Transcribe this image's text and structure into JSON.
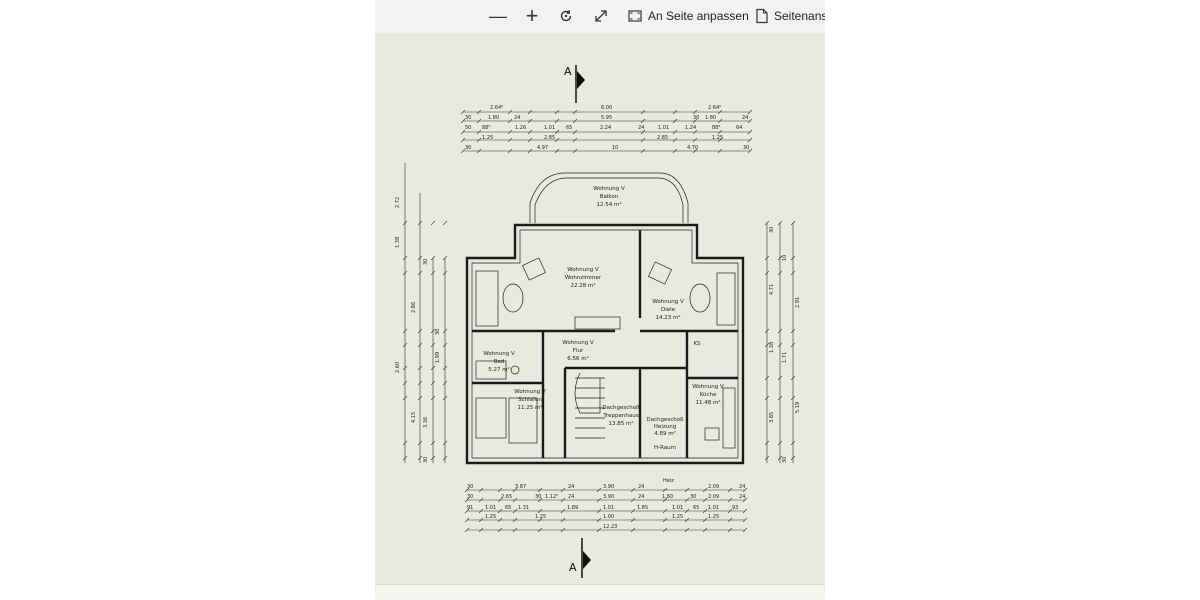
{
  "toolbar": {
    "zoom_out_label": "—",
    "zoom_in_label": "+",
    "fit_page_label": "An Seite anpassen",
    "page_view_label": "Seitenansi"
  },
  "plan": {
    "section_top": "A",
    "section_bottom": "A",
    "top_dims_row1": [
      "2.64⁶",
      "6.00",
      "2.64⁶"
    ],
    "top_dims_row2": [
      "30",
      "1.80",
      "24",
      "5.95",
      "30",
      "1.80",
      "24"
    ],
    "top_dims_row3": [
      "50",
      "88⁵",
      "1.26",
      "1.01",
      "65",
      "2.24",
      "24",
      "1.01",
      "1.24",
      "88⁵",
      "64"
    ],
    "top_dims_row4": [
      "1.25",
      "2.85",
      "2.85",
      "1.25"
    ],
    "top_dims_row5": [
      "30",
      "4.97",
      "10",
      "4.70",
      "30"
    ],
    "rooms": {
      "balkon": [
        "Wohnung V",
        "Balkon",
        "12.54 m²"
      ],
      "wohnzimmer": [
        "Wohnung V",
        "Wohnzimmer",
        "22.28 m²"
      ],
      "diele": [
        "Wohnung V",
        "Diele",
        "14.23 m²"
      ],
      "flur": [
        "Wohnung V",
        "Flur",
        "6.56 m²"
      ],
      "bad": [
        "Wohnung V",
        "Bad",
        "5.27 m²"
      ],
      "schlafen": [
        "Wohnung V",
        "Schlafen",
        "11.25 m²"
      ],
      "treppenhaus": [
        "Dachgeschoß",
        "Treppenhaus",
        "13.85 m²"
      ],
      "heizung": [
        "Dachgeschoß",
        "Heizung",
        "4.89 m²"
      ],
      "kueche": [
        "Wohnung V",
        "Küche",
        "11.48 m²"
      ],
      "hraum": "H-Raum",
      "ks": "KS"
    },
    "left_dims": [
      "2.72",
      "1.38",
      "30",
      "2.86",
      "30",
      "2.60",
      "1.99",
      "4.15",
      "3.36",
      "30"
    ],
    "right_dims": [
      "30",
      "10",
      "4.71",
      "2.91",
      "1.38",
      "1.71",
      "3.85",
      "5.19",
      "30"
    ],
    "bottom_label_heiz": "Heiz",
    "bottom_dims_row1": [
      "30",
      "3.87",
      "24",
      "3.90",
      "24",
      "2.09",
      "24"
    ],
    "bottom_dims_row2": [
      "30",
      "2.65",
      "30",
      "1.12⁵",
      "24",
      "3.90",
      "24",
      "1.60",
      "30",
      "2.09",
      "24"
    ],
    "bottom_dims_row3": [
      "91",
      "1.01",
      "65",
      "1.31",
      "1.89",
      "1.01",
      "1.85",
      "1.01",
      "65",
      "1.01",
      "93"
    ],
    "bottom_dims_row4": [
      "1.25",
      "1.25",
      "1.00",
      "1.25",
      "1.25"
    ],
    "bottom_dims_total": "12.23"
  }
}
